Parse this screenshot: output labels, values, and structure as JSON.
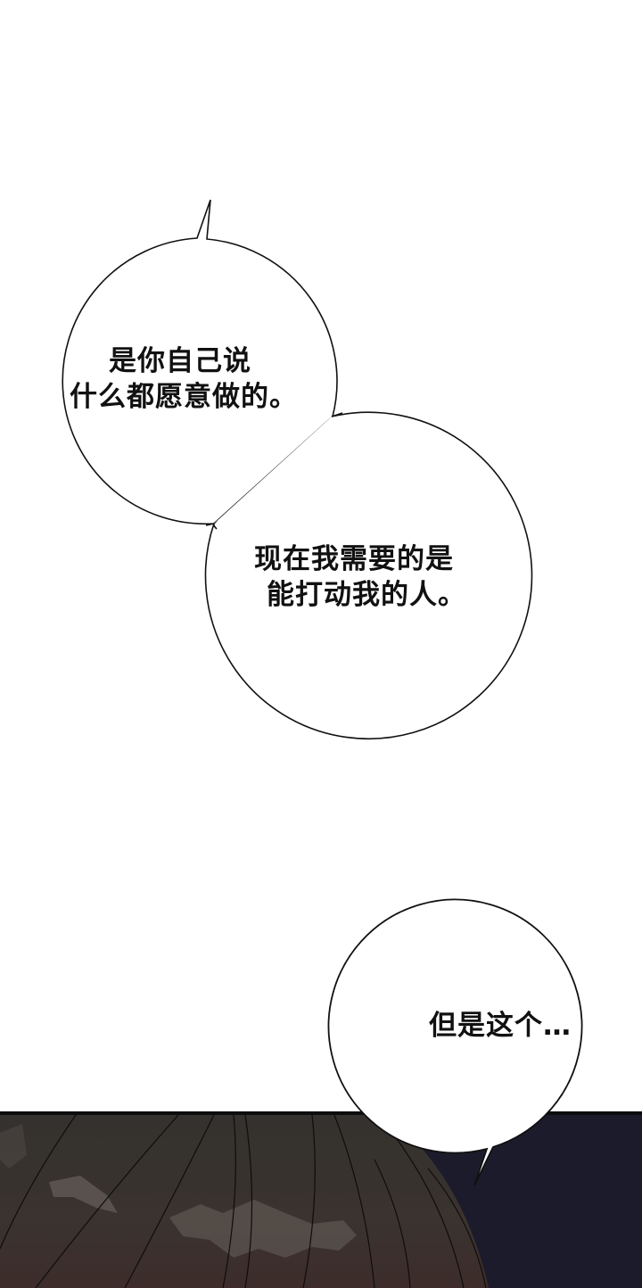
{
  "comic": {
    "bubbles": [
      {
        "id": "bubble-1",
        "lines": [
          "是你自己说",
          "什么都愿意做的。"
        ]
      },
      {
        "id": "bubble-2",
        "lines": [
          "现在我需要的是",
          "能打动我的人。"
        ]
      },
      {
        "id": "bubble-3",
        "lines": [
          "但是这个…"
        ]
      }
    ],
    "panel": {
      "description": "dark illustrated panel showing a character's dark hair against a deep navy background",
      "colors": {
        "hair": "#33302d",
        "hair_highlight": "#5c5550",
        "background": "#1b1a2a",
        "border": "#0d0d0d",
        "page": "#ffffff"
      }
    }
  }
}
